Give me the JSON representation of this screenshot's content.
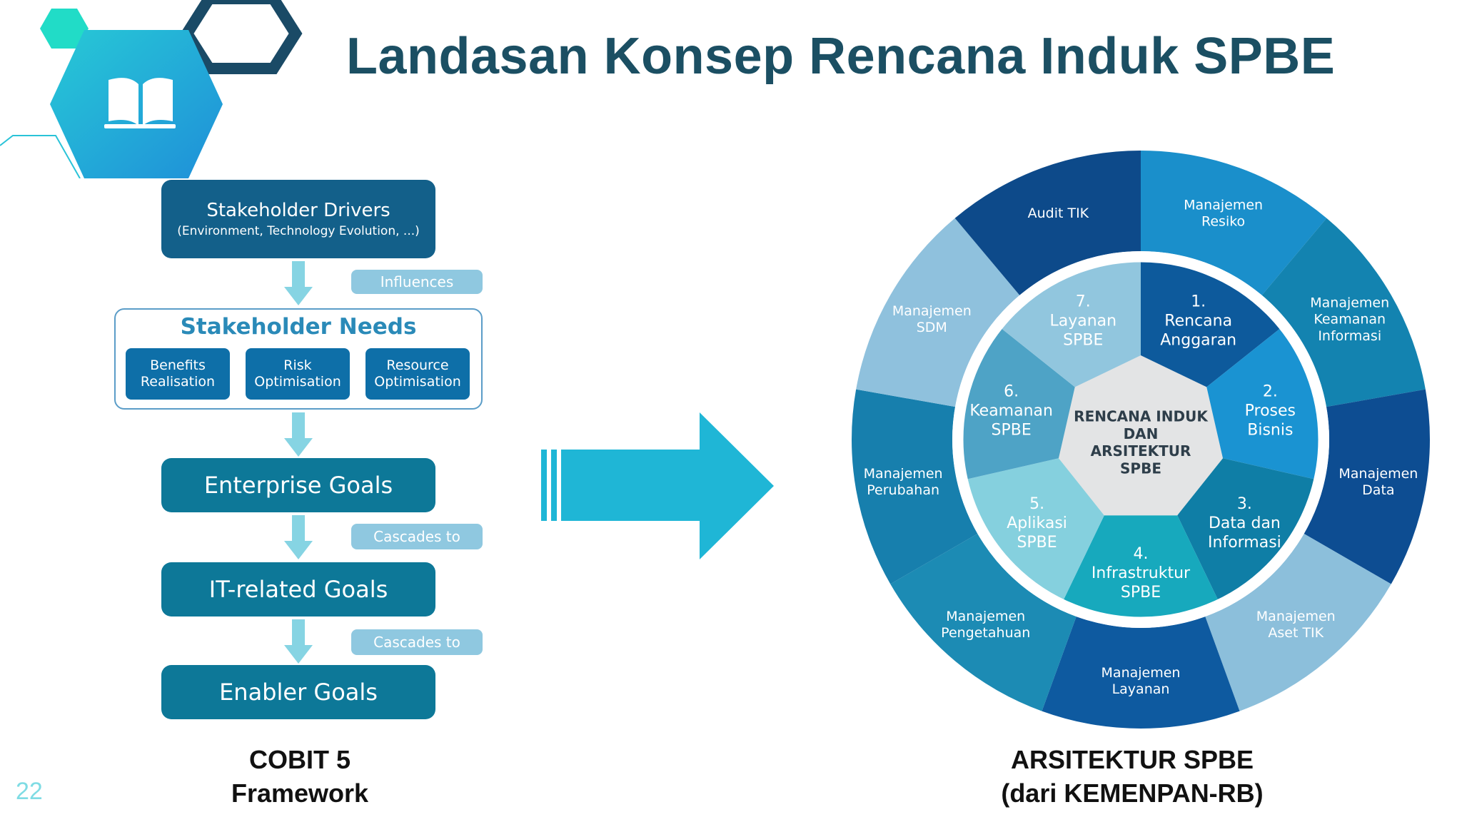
{
  "title": "Landasan Konsep Rencana Induk SPBE",
  "page_number": "22",
  "icon": "open-book-icon",
  "colors": {
    "title": "#1b4f63",
    "teal_accent": "#1ec8d8",
    "cyan_hex": "#20d6c9",
    "navy": "#1a4a66"
  },
  "cobit": {
    "stakeholder_drivers": {
      "title": "Stakeholder Drivers",
      "subtitle": "(Environment, Technology Evolution, ...)"
    },
    "influences": "Influences",
    "stakeholder_needs": {
      "title": "Stakeholder Needs",
      "items": [
        {
          "line1": "Benefits",
          "line2": "Realisation"
        },
        {
          "line1": "Risk",
          "line2": "Optimisation"
        },
        {
          "line1": "Resource",
          "line2": "Optimisation"
        }
      ]
    },
    "enterprise_goals": "Enterprise Goals",
    "cascades_to_1": "Cascades to",
    "it_related_goals": "IT-related Goals",
    "cascades_to_2": "Cascades to",
    "enabler_goals": "Enabler Goals",
    "caption_line1": "COBIT 5",
    "caption_line2": "Framework"
  },
  "arsitektur": {
    "center": [
      "RENCANA INDUK",
      "DAN",
      "ARSITEKTUR",
      "SPBE"
    ],
    "inner": [
      {
        "num": "1.",
        "lines": [
          "Rencana",
          "Anggaran"
        ]
      },
      {
        "num": "2.",
        "lines": [
          "Proses",
          "Bisnis"
        ]
      },
      {
        "num": "3.",
        "lines": [
          "Data dan",
          "Informasi"
        ]
      },
      {
        "num": "4.",
        "lines": [
          "Infrastruktur",
          "SPBE"
        ]
      },
      {
        "num": "5.",
        "lines": [
          "Aplikasi",
          "SPBE"
        ]
      },
      {
        "num": "6.",
        "lines": [
          "Keamanan",
          "SPBE"
        ]
      },
      {
        "num": "7.",
        "lines": [
          "Layanan",
          "SPBE"
        ]
      }
    ],
    "outer": [
      {
        "lines": [
          "Manajemen",
          "Resiko"
        ]
      },
      {
        "lines": [
          "Manajemen",
          "Keamanan",
          "Informasi"
        ]
      },
      {
        "lines": [
          "Manajemen",
          "Data"
        ]
      },
      {
        "lines": [
          "Manajemen",
          "Aset TIK"
        ]
      },
      {
        "lines": [
          "Manajemen",
          "Layanan"
        ]
      },
      {
        "lines": [
          "Manajemen",
          "Pengetahuan"
        ]
      },
      {
        "lines": [
          "Manajemen",
          "Perubahan"
        ]
      },
      {
        "lines": [
          "Manajemen",
          "SDM"
        ]
      },
      {
        "lines": [
          "Audit TIK"
        ]
      }
    ],
    "caption_line1": "ARSITEKTUR SPBE",
    "caption_line2": "(dari KEMENPAN-RB)"
  }
}
